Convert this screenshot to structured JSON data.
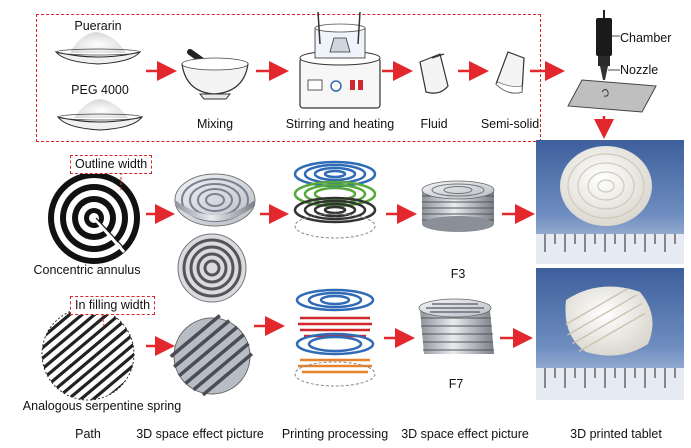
{
  "process": {
    "ingredient_1": "Puerarin",
    "ingredient_2": "PEG 4000",
    "step_mixing": "Mixing",
    "step_stirring": "Stirring and heating",
    "step_fluid": "Fluid",
    "step_semisolid": "Semi-solid"
  },
  "printer": {
    "chamber": "Chamber",
    "nozzle": "Nozzle"
  },
  "paths": {
    "concentric_callout": "Outline width",
    "concentric_name": "Concentric annulus",
    "serpentine_callout": "In filling width",
    "serpentine_name": "Analogous serpentine spring"
  },
  "formulations": {
    "top": "F3",
    "bottom": "F7"
  },
  "columns": [
    "Path",
    "3D space effect picture",
    "Printing processing",
    "3D space effect picture",
    "3D printed tablet"
  ],
  "colors": {
    "arrow": "#e2282d",
    "dashed_box": "#d9262b",
    "layer_blue": "#2f6bb6",
    "layer_green": "#56a83a",
    "layer_red": "#d0282c",
    "layer_orange": "#e8822d",
    "photo_background": "#4b6fa8"
  }
}
